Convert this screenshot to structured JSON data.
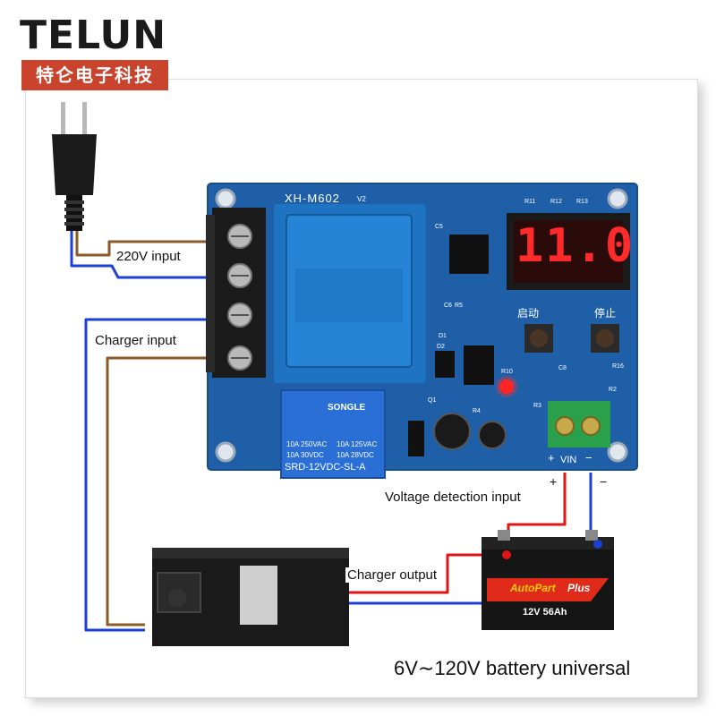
{
  "brand": {
    "name": "TELUN",
    "subtitle": "特仑电子科技",
    "accent": "#c9432d"
  },
  "board": {
    "model": "XH-M602",
    "version": "V2",
    "display": "11.0",
    "start_button": "启动",
    "stop_button": "停止",
    "terminal_label": "VIN",
    "plus": "+",
    "minus": "−",
    "components": [
      "R11",
      "R12",
      "R13",
      "C5",
      "C6",
      "R5",
      "D1",
      "D2",
      "R10",
      "C8",
      "R16",
      "R2",
      "Q1",
      "R3",
      "R4"
    ]
  },
  "relay": {
    "brand": "SONGLE",
    "rating_left": [
      "10A 250VAC",
      "10A 30VDC"
    ],
    "rating_right": [
      "10A 125VAC",
      "10A 28VDC"
    ],
    "model": "SRD-12VDC-SL-A"
  },
  "battery": {
    "brand": "AutoPart",
    "sub": "Plus",
    "spec": "12V 56Ah"
  },
  "labels": {
    "input_220v": "220V input",
    "charger_input": "Charger input",
    "voltage_detection": "Voltage detection input",
    "charger_output": "Charger output",
    "battery_universal": "6V∼120V battery universal",
    "plus": "+",
    "minus": "−"
  },
  "colors": {
    "brown_wire": "#8b5a2b",
    "blue_wire": "#1d3fd6",
    "red_wire": "#e01515",
    "board": "#1f5fa8",
    "display_led": "#ff2a2a"
  }
}
